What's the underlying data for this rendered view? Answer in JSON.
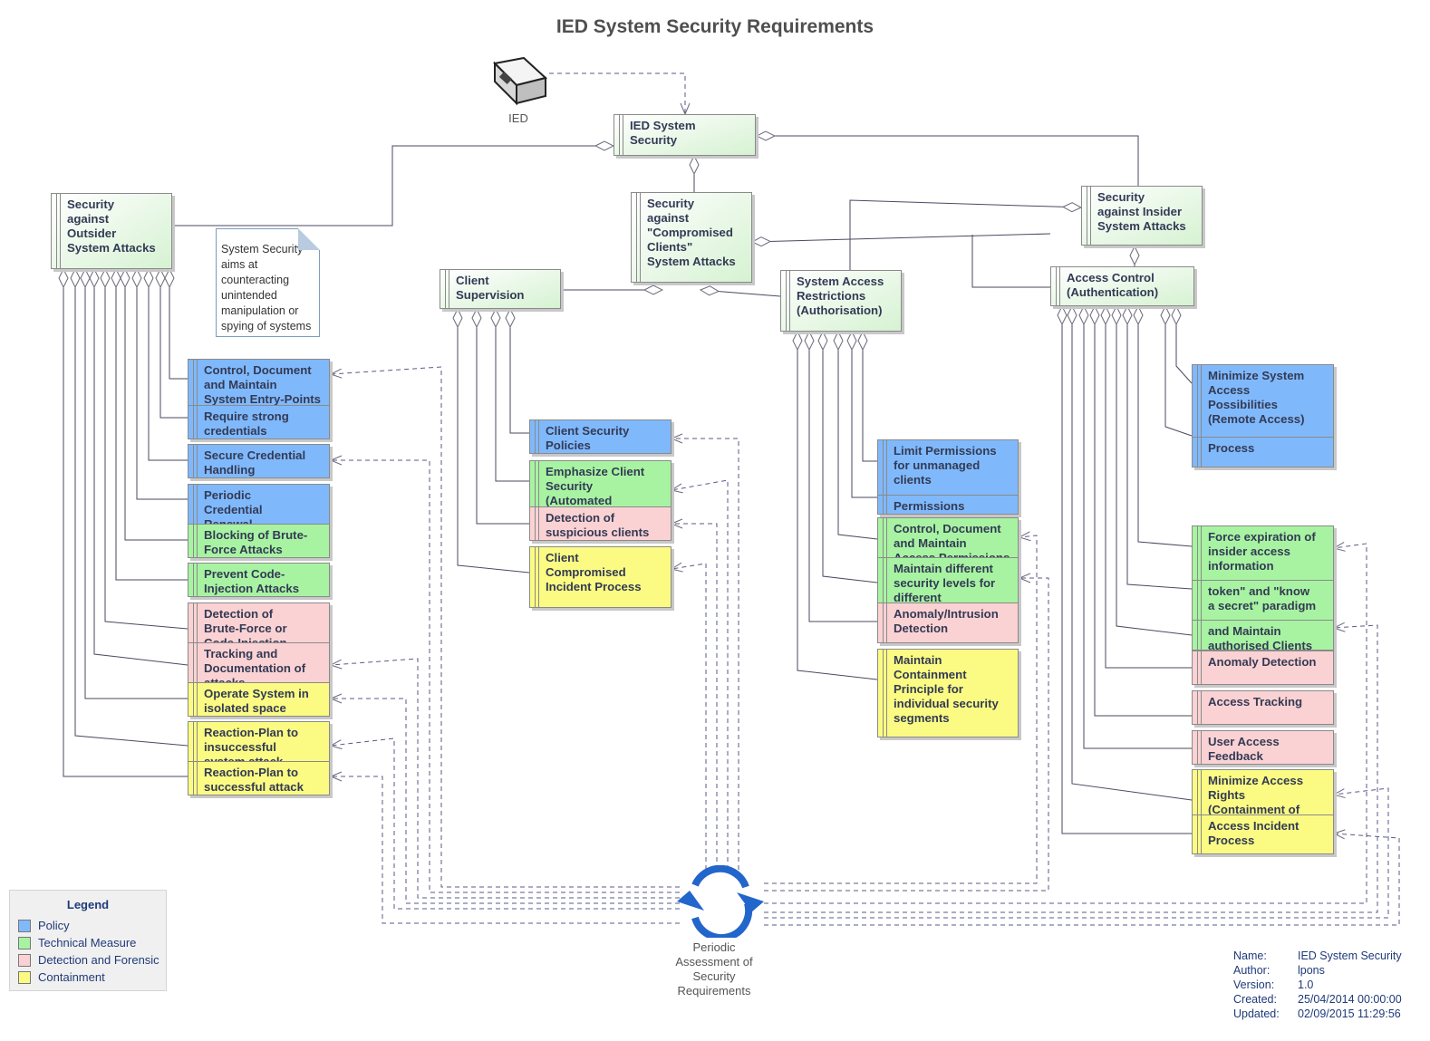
{
  "title": "IED System Security Requirements",
  "actors": {
    "ied_label": "IED",
    "assessment_label": "Periodic\nAssessment of\nSecurity\nRequirements"
  },
  "note": "System Security\naims at\ncounteracting\nunintended\nmanipulation or\nspying of systems",
  "nodes": {
    "ied_system_security": "IED System\nSecurity",
    "outsider": "Security\nagainst\nOutsider\nSystem Attacks",
    "compromised": "Security\nagainst\n\"Compromised\nClients\"\nSystem Attacks",
    "insider": "Security\nagainst Insider\nSystem Attacks",
    "client_supervision": "Client\nSupervision",
    "access_restrictions": "System Access\nRestrictions\n(Authorisation)",
    "access_control": "Access Control\n(Authentication)"
  },
  "requirements": {
    "o1": "Control, Document\nand Maintain\nSystem Entry-Points",
    "o2": "Require strong\ncredentials",
    "o3": "Secure Credential\nHandling",
    "o4": "Periodic\nCredential\nRenewal",
    "o5": "Blocking of Brute-\nForce Attacks",
    "o6": "Prevent Code-\nInjection Attacks",
    "o7": "Detection of\nBrute-Force or\nCode-Injection",
    "o8": "Tracking and\nDocumentation of\nattacks",
    "o9": "Operate System in\nisolated space",
    "o10": "Reaction-Plan to\ninsuccessful\nsystem attack",
    "o11": "Reaction-Plan to\nsuccessful attack",
    "c1": "Client Security\nPolicies",
    "c2": "Emphasize Client\nSecurity\n(Automated",
    "c3": "Detection of\nsuspicious clients",
    "c4": "Client\nCompromised\nIncident Process",
    "s1": "Limit Permissions\nfor unmanaged\nclients",
    "s2": "Permissions",
    "s3": "Control, Document\nand Maintain\nAccess Permissions",
    "s4": "Maintain different\nsecurity levels for\ndifferent",
    "s5": "Anomaly/Intrusion\nDetection",
    "s6": "Maintain\nContainment\nPrinciple for\nindividual security\nsegments",
    "a1": "Minimize System\nAccess\nPossibilities\n(Remote Access)",
    "a2": "Process",
    "a3": "Force expiration of\ninsider access\ninformation",
    "a4": "token\" and \"know\na secret\" paradigm",
    "a5": "and Maintain\nauthorised Clients",
    "a6": "Anomaly Detection",
    "a7": "Access Tracking",
    "a8": "User Access\nFeedback",
    "a9": "Minimize Access\nRights\n(Containment of",
    "a10": "Access Incident\nProcess"
  },
  "legend": {
    "title": "Legend",
    "items": [
      {
        "label": "Policy",
        "color": "#80b9fb"
      },
      {
        "label": "Technical Measure",
        "color": "#a8f3a2"
      },
      {
        "label": "Detection and Forensic",
        "color": "#fbd2d3"
      },
      {
        "label": "Containment",
        "color": "#fbfb83"
      }
    ]
  },
  "metadata": [
    {
      "key": "Name:",
      "value": "IED System Security"
    },
    {
      "key": "Author:",
      "value": "lpons"
    },
    {
      "key": "Version:",
      "value": "1.0"
    },
    {
      "key": "Created:",
      "value": "25/04/2014 00:00:00"
    },
    {
      "key": "Updated:",
      "value": "02/09/2015 11:29:56"
    }
  ]
}
